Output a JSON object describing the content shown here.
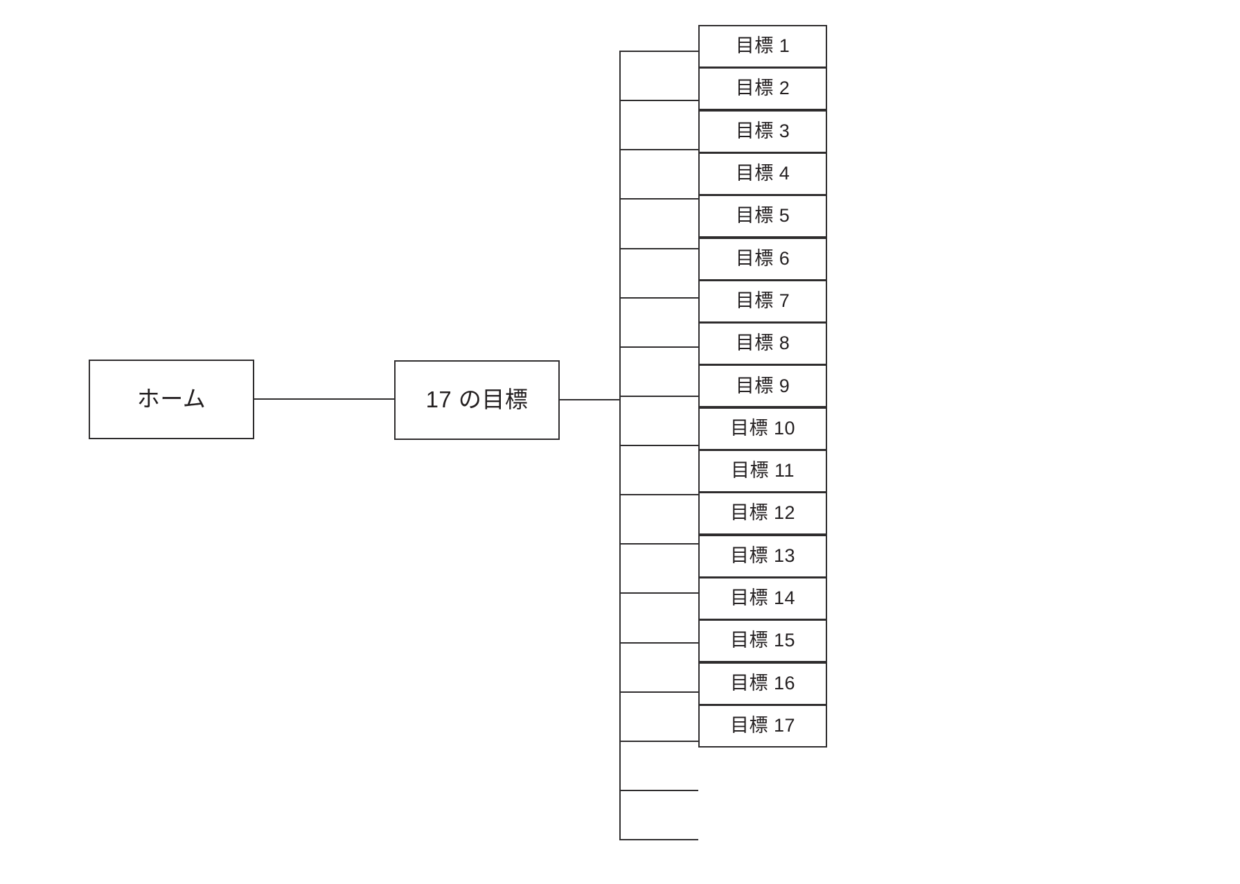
{
  "diagram": {
    "type": "tree",
    "orientation": "left-to-right",
    "background_color": "#ffffff",
    "line_color": "#2e2c2d",
    "text_color": "#231f20",
    "root": {
      "label": "ホーム",
      "name": "home"
    },
    "level_one": [
      {
        "label": "17 の目標",
        "name": "seventeen-goals"
      }
    ],
    "leaves": [
      {
        "label": "目標 1",
        "index": 1
      },
      {
        "label": "目標 2",
        "index": 2
      },
      {
        "label": "目標 3",
        "index": 3
      },
      {
        "label": "目標 4",
        "index": 4
      },
      {
        "label": "目標 5",
        "index": 5
      },
      {
        "label": "目標 6",
        "index": 6
      },
      {
        "label": "目標 7",
        "index": 7
      },
      {
        "label": "目標 8",
        "index": 8
      },
      {
        "label": "目標 9",
        "index": 9
      },
      {
        "label": "目標 10",
        "index": 10
      },
      {
        "label": "目標 11",
        "index": 11
      },
      {
        "label": "目標 12",
        "index": 12
      },
      {
        "label": "目標 13",
        "index": 13
      },
      {
        "label": "目標 14",
        "index": 14
      },
      {
        "label": "目標 15",
        "index": 15
      },
      {
        "label": "目標 16",
        "index": 16
      },
      {
        "label": "目標 17",
        "index": 17
      }
    ]
  }
}
